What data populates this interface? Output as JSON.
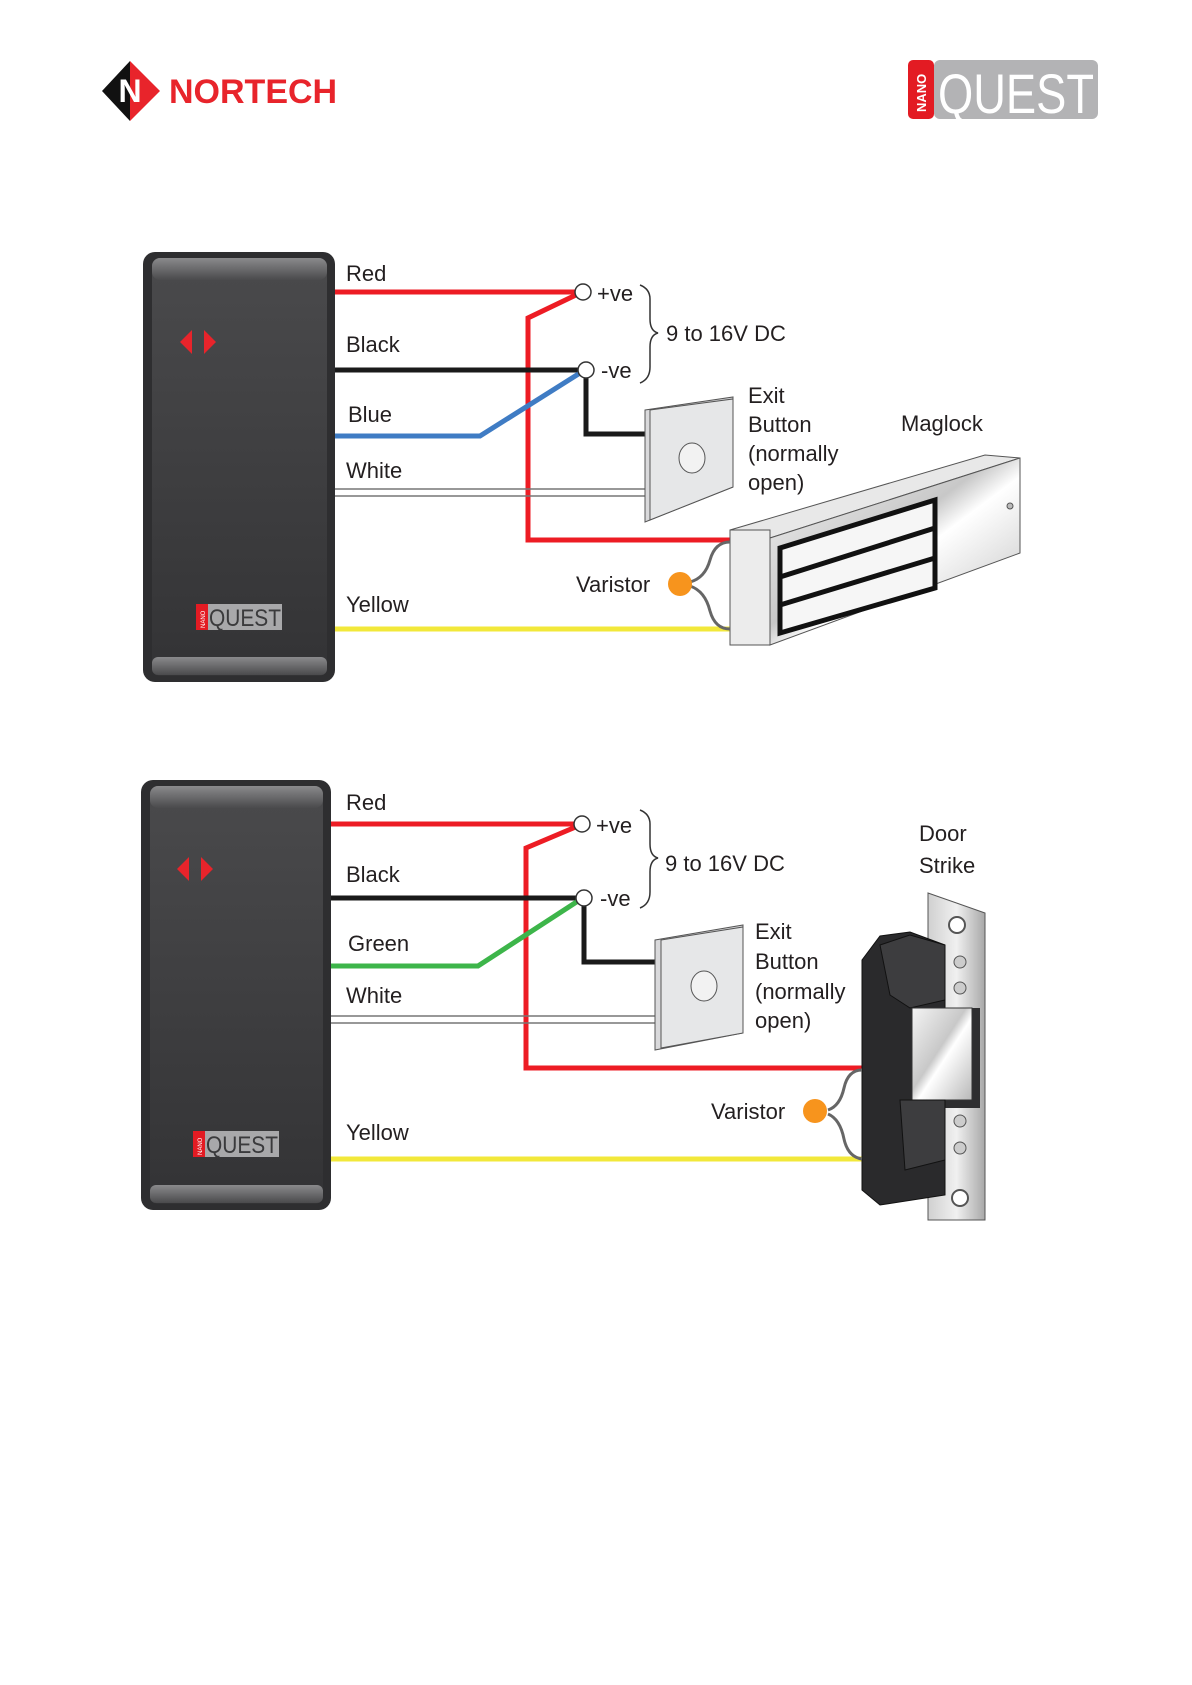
{
  "header": {
    "left_logo": "NORTECH",
    "right_logo": {
      "prefix": "NANO",
      "name": "QUEST"
    }
  },
  "colors": {
    "red_wire": "#ed1c24",
    "black_wire": "#1a1a1a",
    "blue_wire": "#3f7cc4",
    "green_wire": "#3db54a",
    "yellow_wire": "#f2e83a",
    "brand_red": "#e8242b",
    "reader_body": "#3a3a3c",
    "varistor": "#f7941d"
  },
  "diagram_maglock": {
    "reader_badge": {
      "prefix": "NANO",
      "name": "QUEST"
    },
    "wires": [
      "Red",
      "Black",
      "Blue",
      "White",
      "Yellow"
    ],
    "terminals": {
      "positive": "+ve",
      "negative": "-ve",
      "supply": "9 to 16V DC"
    },
    "exit_button": [
      "Exit",
      "Button",
      "(normally",
      "open)"
    ],
    "lock": "Maglock",
    "varistor": "Varistor"
  },
  "diagram_strike": {
    "reader_badge": {
      "prefix": "NANO",
      "name": "QUEST"
    },
    "wires": [
      "Red",
      "Black",
      "Green",
      "White",
      "Yellow"
    ],
    "terminals": {
      "positive": "+ve",
      "negative": "-ve",
      "supply": "9 to 16V DC"
    },
    "exit_button": [
      "Exit",
      "Button",
      "(normally",
      "open)"
    ],
    "lock": [
      "Door",
      "Strike"
    ],
    "varistor": "Varistor"
  }
}
